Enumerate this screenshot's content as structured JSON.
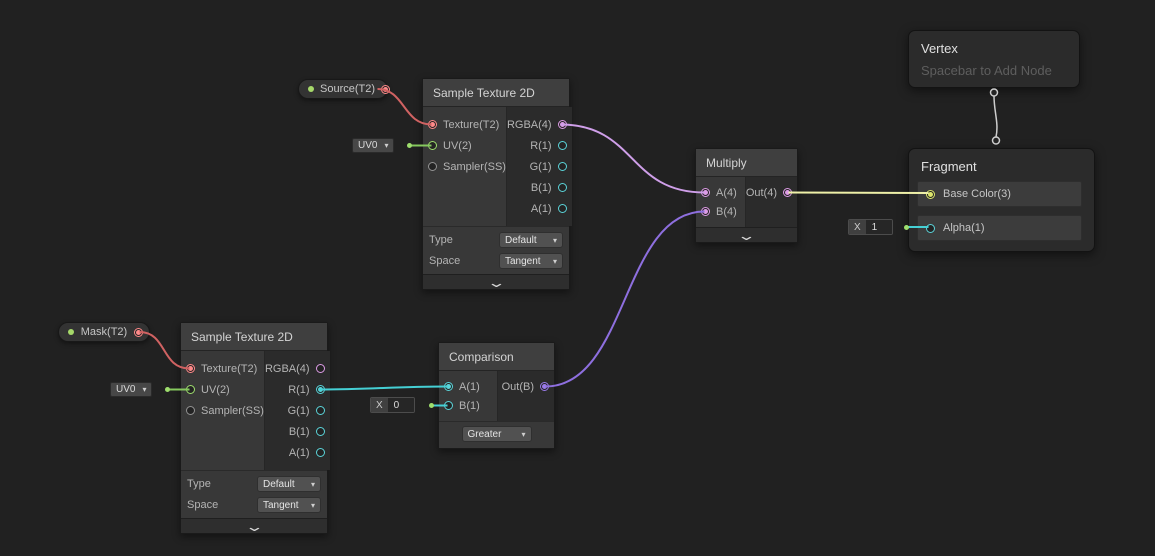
{
  "icons": {
    "chevron_down": "▾",
    "collapse": "⌄"
  },
  "colors": {
    "background": "#212121",
    "wire_texture": "#d06262",
    "wire_vec1": "#45d0d5",
    "wire_vec2": "#86c95e",
    "wire_vec3": "#eef0a8",
    "wire_vec4": "#cf9fe9",
    "wire_bool": "#8e6fdf",
    "wire_stack": "#cdcdcd"
  },
  "sample_texture": {
    "title": "Sample Texture 2D",
    "inputs": [
      "Texture(T2)",
      "UV(2)",
      "Sampler(SS)"
    ],
    "outputs": [
      "RGBA(4)",
      "R(1)",
      "G(1)",
      "B(1)",
      "A(1)"
    ],
    "props": [
      {
        "label": "Type",
        "value": "Default"
      },
      {
        "label": "Space",
        "value": "Tangent"
      }
    ]
  },
  "source_pill": {
    "label": "Source(T2)"
  },
  "mask_pill": {
    "label": "Mask(T2)"
  },
  "uv_widget": {
    "value": "UV0"
  },
  "x0_widget": {
    "label": "X",
    "value": "0"
  },
  "x1_widget": {
    "label": "X",
    "value": "1"
  },
  "multiply": {
    "title": "Multiply",
    "inputs": [
      "A(4)",
      "B(4)"
    ],
    "output": "Out(4)"
  },
  "comparison": {
    "title": "Comparison",
    "inputs": [
      "A(1)",
      "B(1)"
    ],
    "output": "Out(B)",
    "mode": "Greater"
  },
  "vertex": {
    "title": "Vertex",
    "placeholder": "Spacebar to Add Node"
  },
  "fragment": {
    "title": "Fragment",
    "blocks": [
      "Base Color(3)",
      "Alpha(1)"
    ]
  }
}
